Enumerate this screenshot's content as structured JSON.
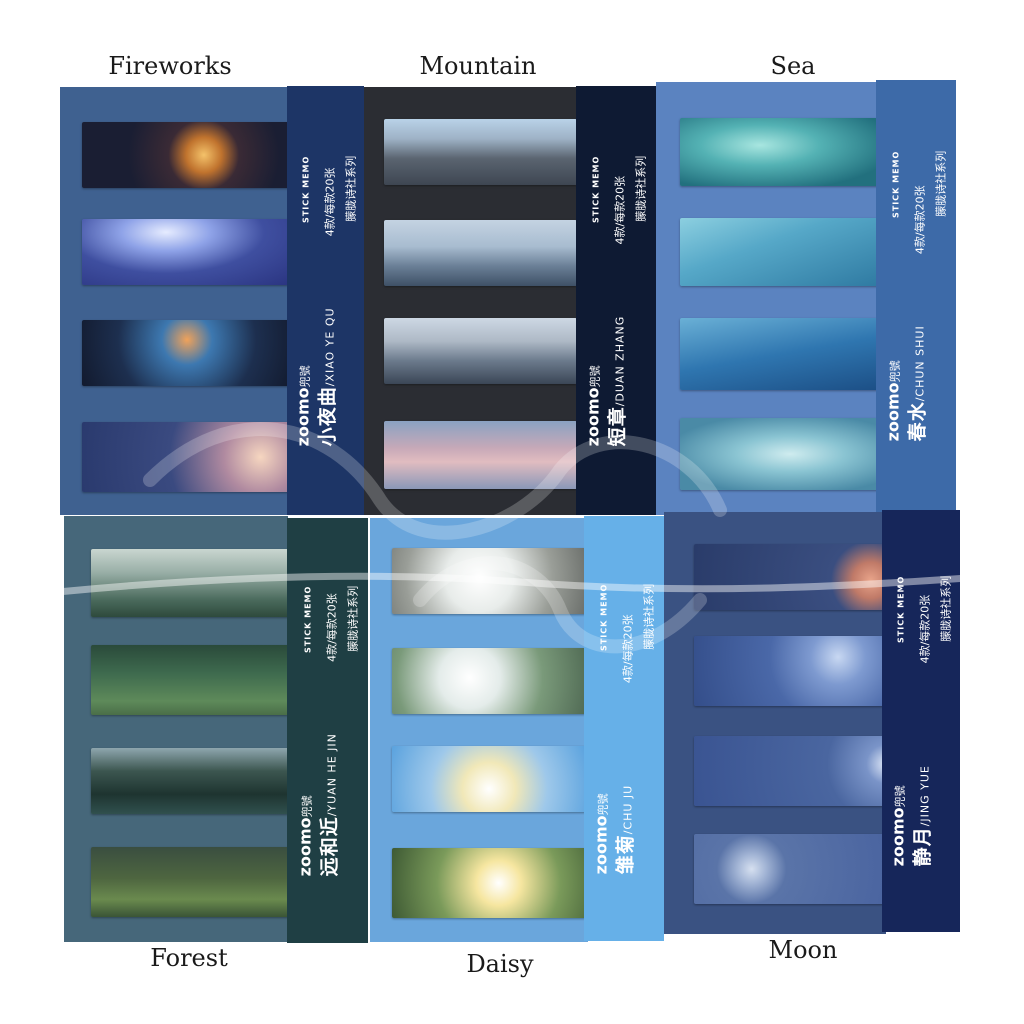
{
  "labels": {
    "fireworks": "Fireworks",
    "mountain": "Mountain",
    "sea": "Sea",
    "forest": "Forest",
    "daisy": "Daisy",
    "moon": "Moon"
  },
  "packs": {
    "fireworks": {
      "name_cn": "小夜曲",
      "name_pinyin": "/XIAO YE QU",
      "brand": "zoomo",
      "brand_cn": "兜號",
      "memo": "STICK MEMO",
      "count": "4款/每款20张",
      "series": "朦胧诗社系列",
      "band_color": "#1d3566",
      "pack_color": "#3f6190"
    },
    "mountain": {
      "name_cn": "短章",
      "name_pinyin": "/DUAN ZHANG",
      "brand": "zoomo",
      "brand_cn": "兜號",
      "memo": "STICK MEMO",
      "count": "4款/每款20张",
      "series": "朦胧诗社系列",
      "band_color": "#0e1a33",
      "pack_color": "#2b2d33"
    },
    "sea": {
      "name_cn": "春水",
      "name_pinyin": "/CHUN SHUI",
      "brand": "zoomo",
      "brand_cn": "兜號",
      "memo": "STICK MEMO",
      "count": "4款/每款20张",
      "series": "朦胧诗社系列",
      "band_color": "#3d6aa8",
      "pack_color": "#5b83c0"
    },
    "forest": {
      "name_cn": "远和近",
      "name_pinyin": "/YUAN HE JIN",
      "brand": "zoomo",
      "brand_cn": "兜號",
      "memo": "STICK MEMO",
      "count": "4款/每款20张",
      "series": "朦胧诗社系列",
      "band_color": "#1f3f44",
      "pack_color": "#46677a"
    },
    "daisy": {
      "name_cn": "雏菊",
      "name_pinyin": "/CHU JU",
      "brand": "zoomo",
      "brand_cn": "兜號",
      "memo": "STICK MEMO",
      "count": "4款/每款20张",
      "series": "朦胧诗社系列",
      "band_color": "#66b0e8",
      "pack_color": "#6aa6dc"
    },
    "moon": {
      "name_cn": "静月",
      "name_pinyin": "/JING YUE",
      "brand": "zoomo",
      "brand_cn": "兜號",
      "memo": "STICK MEMO",
      "count": "4款/每款20张",
      "series": "朦胧诗社系列",
      "band_color": "#16265a",
      "pack_color": "#3a5282"
    }
  }
}
